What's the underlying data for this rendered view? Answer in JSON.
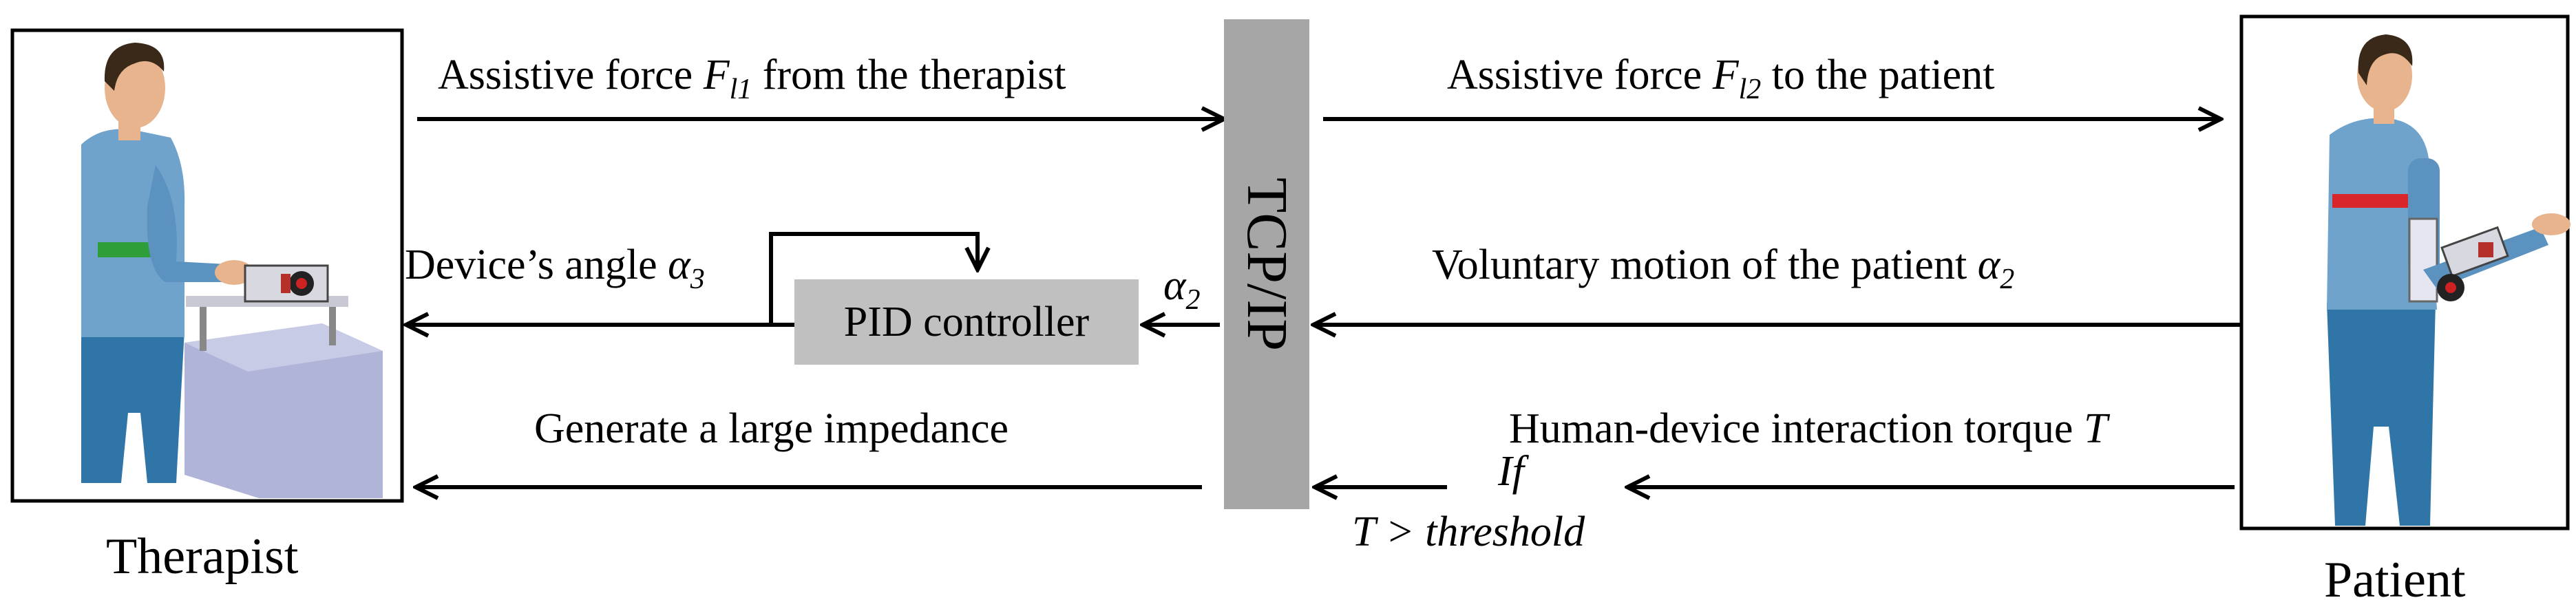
{
  "roles": {
    "therapist": "Therapist",
    "patient": "Patient"
  },
  "central_node": "TCP/IP",
  "controller": "PID controller",
  "arrows": {
    "assist_from_therapist": {
      "prefix": "Assistive force ",
      "symbol": "F",
      "subscript": "l1",
      "suffix": " from the therapist"
    },
    "assist_to_patient": {
      "prefix": "Assistive force ",
      "symbol": "F",
      "subscript": "l2",
      "suffix": " to the patient"
    },
    "voluntary_motion": {
      "prefix": "Voluntary motion of the patient ",
      "symbol": "α",
      "subscript": "2"
    },
    "alpha2_to_pid": {
      "symbol": "α",
      "subscript": "2"
    },
    "device_angle": {
      "prefix": "Device’s angle ",
      "symbol": "α",
      "subscript": "3"
    },
    "interaction_torque": {
      "prefix": "Human-device interaction torque ",
      "symbol": "T"
    },
    "condition": {
      "line1": "If",
      "line2": "T > threshold"
    },
    "impedance": "Generate a large impedance"
  },
  "colors": {
    "tcp_box": "#a6a6a6",
    "pid_box": "#c0c0c0",
    "shirt": "#6fa3cc",
    "trousers": "#2f75a8",
    "skin": "#e8b48e",
    "hair": "#3a2818",
    "therapist_band": "#2e9e3a",
    "patient_band": "#d8262a",
    "table": "#b0b4d8"
  }
}
